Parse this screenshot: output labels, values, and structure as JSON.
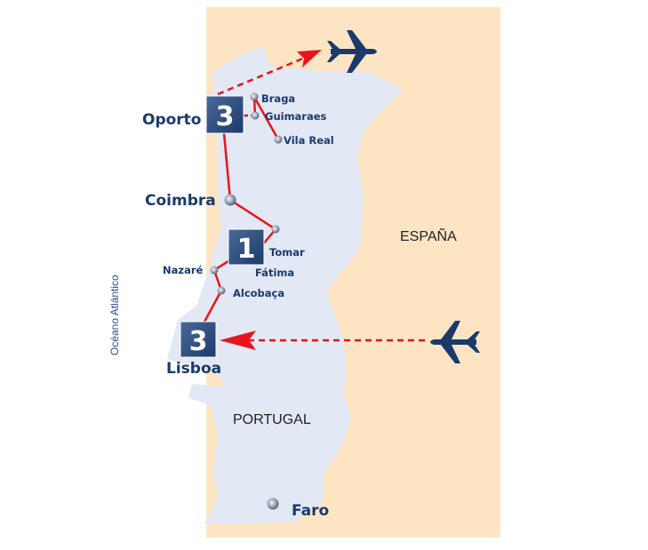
{
  "countries": {
    "spain": "ESPAÑA",
    "portugal": "PORTUGAL"
  },
  "ocean": "Océano Atlántico",
  "stops": {
    "oporto": {
      "label": "Oporto",
      "nights": "3"
    },
    "coimbra": {
      "label": "Coimbra"
    },
    "fatima": {
      "label": "Fátima",
      "nights": "1"
    },
    "lisboa": {
      "label": "Lisboa",
      "nights": "3"
    }
  },
  "places": {
    "braga": "Braga",
    "guimaraes": "Guimaraes",
    "vila_real": "Vila Real",
    "tomar": "Tomar",
    "nazare": "Nazaré",
    "alcobaca": "Alcobaça",
    "faro": "Faro"
  },
  "colors": {
    "spain": "#fde5c4",
    "portugal": "#e3e8f5",
    "route": "#e8141c",
    "navy": "#1b3a6b"
  }
}
